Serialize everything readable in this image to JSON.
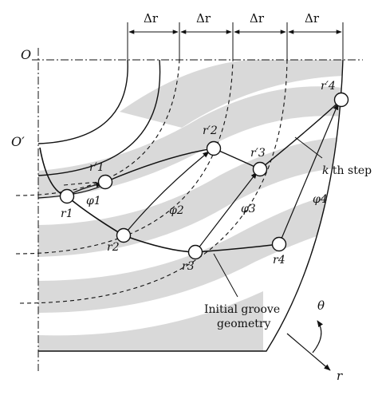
{
  "labels": {
    "origin": "O",
    "origin_prime": "O′",
    "delta_r": "Δr",
    "r1": "r1",
    "r2": "r2",
    "r3": "r3",
    "r4": "r4",
    "r1p": "r′1",
    "r2p": "r′2",
    "r3p": "r′3",
    "r4p": "r′4",
    "phi1": "φ1",
    "phi2": "φ2",
    "phi3": "φ3",
    "phi4": "φ4",
    "kth_step": "k th step",
    "initial_groove_1": "Initial groove",
    "initial_groove_2": "geometry",
    "theta": "θ",
    "r_axis": "r"
  },
  "colors": {
    "groove_fill": "#d9d9d9",
    "line": "#111111"
  }
}
